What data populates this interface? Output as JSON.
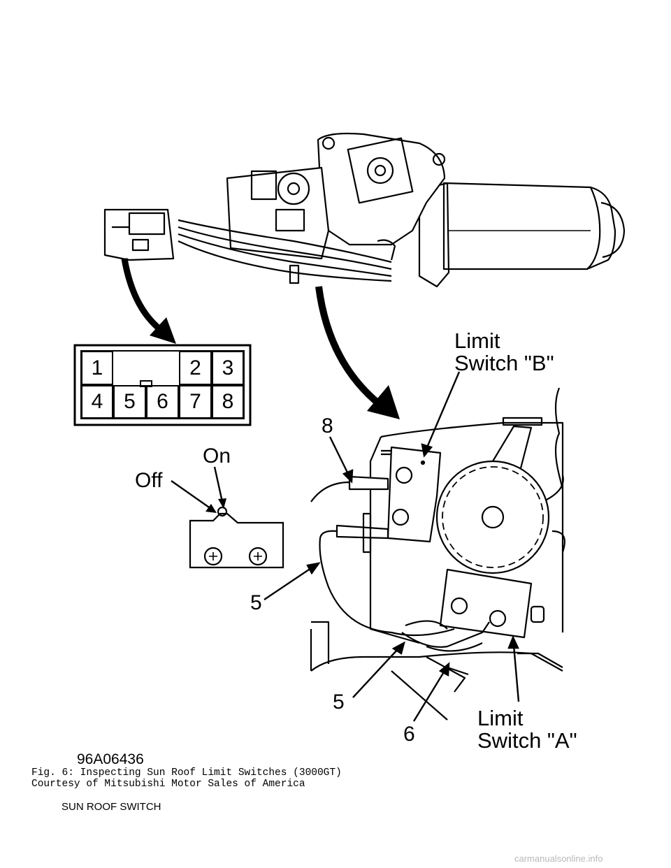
{
  "labels": {
    "limit_switch_b": [
      "Limit",
      "Switch \"B\""
    ],
    "limit_switch_a": [
      "Limit",
      "Switch \"A\""
    ],
    "on": "On",
    "off": "Off",
    "callout_8": "8",
    "callout_5_left": "5",
    "callout_5_bottom": "5",
    "callout_6": "6"
  },
  "connector": {
    "pins_top": [
      "1",
      "2",
      "3"
    ],
    "pins_bottom": [
      "4",
      "5",
      "6",
      "7",
      "8"
    ]
  },
  "figure_id": "96A06436",
  "caption": {
    "line1": "Fig. 6:  Inspecting Sun Roof Limit Switches (3000GT)",
    "line2": "Courtesy of Mitsubishi Motor Sales of America"
  },
  "section_title": "SUN ROOF SWITCH",
  "watermark": "carmanualsonline.info"
}
